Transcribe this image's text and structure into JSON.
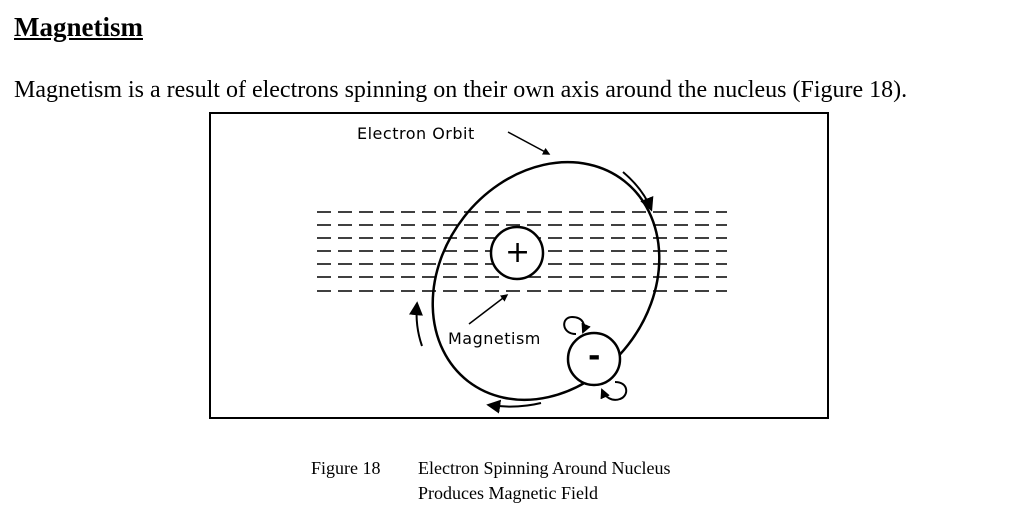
{
  "heading": "Magnetism",
  "intro": "Magnetism is a result of electrons spinning on their own axis around the nucleus (Figure 18).",
  "figure": {
    "labels": {
      "electron_orbit": "Electron Orbit",
      "magnetism": "Magnetism",
      "nucleus_sign": "+",
      "electron_sign": "-"
    },
    "caption": {
      "number": "Figure 18",
      "line1": "Electron Spinning Around Nucleus",
      "line2": "Produces Magnetic Field"
    }
  }
}
